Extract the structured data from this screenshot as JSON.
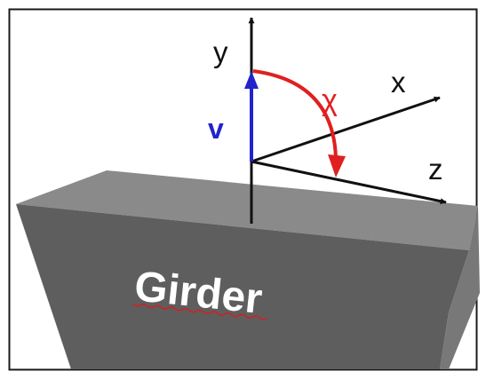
{
  "diagram": {
    "object_label": "Girder",
    "axes": {
      "y": "y",
      "x": "x",
      "z": "z"
    },
    "vector_label": "v",
    "angle_label": "χ",
    "colors": {
      "border": "#1a1a1a",
      "girder_top": "#8c8c8c",
      "girder_front": "#5c5c5c",
      "girder_side": "#7a7a7a",
      "axis": "#111111",
      "vector": "#2323cc",
      "angle": "#e02020",
      "object_text": "#ffffff",
      "spell_underline": "#cc2222"
    }
  }
}
